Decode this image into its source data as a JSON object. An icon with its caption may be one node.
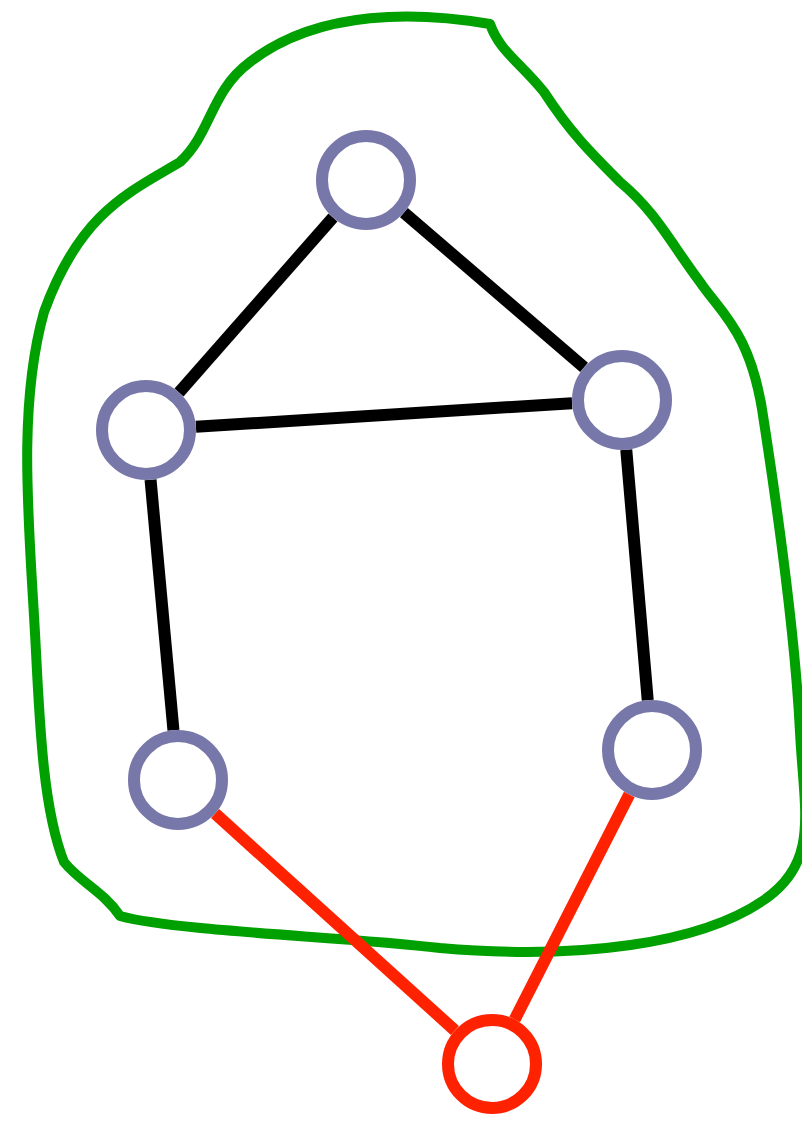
{
  "diagram": {
    "nodes": [
      {
        "text": [],
        "shape": "cloud"
      },
      {
        "text": [],
        "shape": "circle",
        "in": 0
      },
      {
        "text": [],
        "shape": "circle",
        "in": 0
      },
      {
        "text": [],
        "shape": "circle",
        "in": 0
      },
      {
        "text": [],
        "shape": "circle",
        "in": 0
      },
      {
        "text": [],
        "shape": "circle",
        "in": 0
      },
      {
        "text": [],
        "shape": "circle"
      }
    ],
    "edges": [
      {
        "from": 1,
        "to": 2,
        "arrow": "none"
      },
      {
        "from": 1,
        "to": 3,
        "arrow": "none"
      },
      {
        "from": 2,
        "to": 3,
        "arrow": "none"
      },
      {
        "from": 2,
        "to": 4,
        "arrow": "none"
      },
      {
        "from": 3,
        "to": 5,
        "arrow": "none"
      },
      {
        "from": 4,
        "to": 6,
        "arrow": "none",
        "color": "#ff2200"
      },
      {
        "from": 5,
        "to": 6,
        "arrow": "none",
        "color": "#ff2200"
      }
    ]
  }
}
